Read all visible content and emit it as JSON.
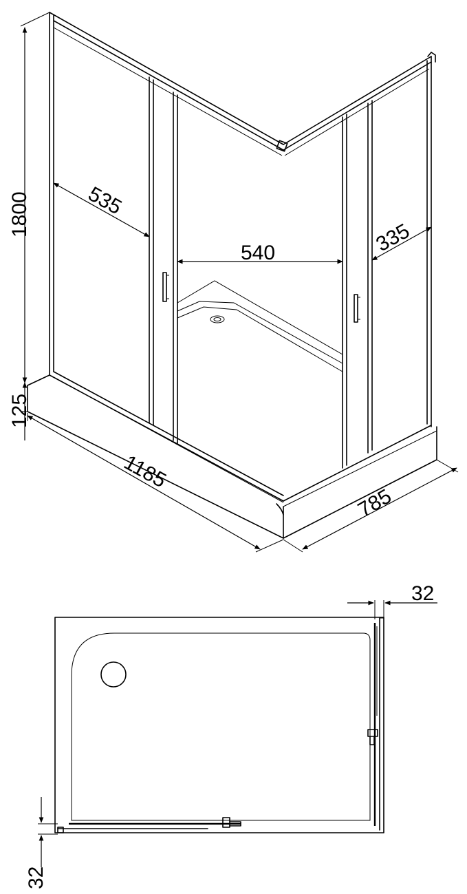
{
  "dimensions": {
    "height_total": "1800",
    "base_height": "125",
    "length": "1185",
    "width": "785",
    "left_panel": "535",
    "door_opening": "540",
    "right_panel": "335",
    "profile_top": "32",
    "profile_bottom": "32"
  },
  "colors": {
    "line": "#000000",
    "background": "#ffffff"
  }
}
